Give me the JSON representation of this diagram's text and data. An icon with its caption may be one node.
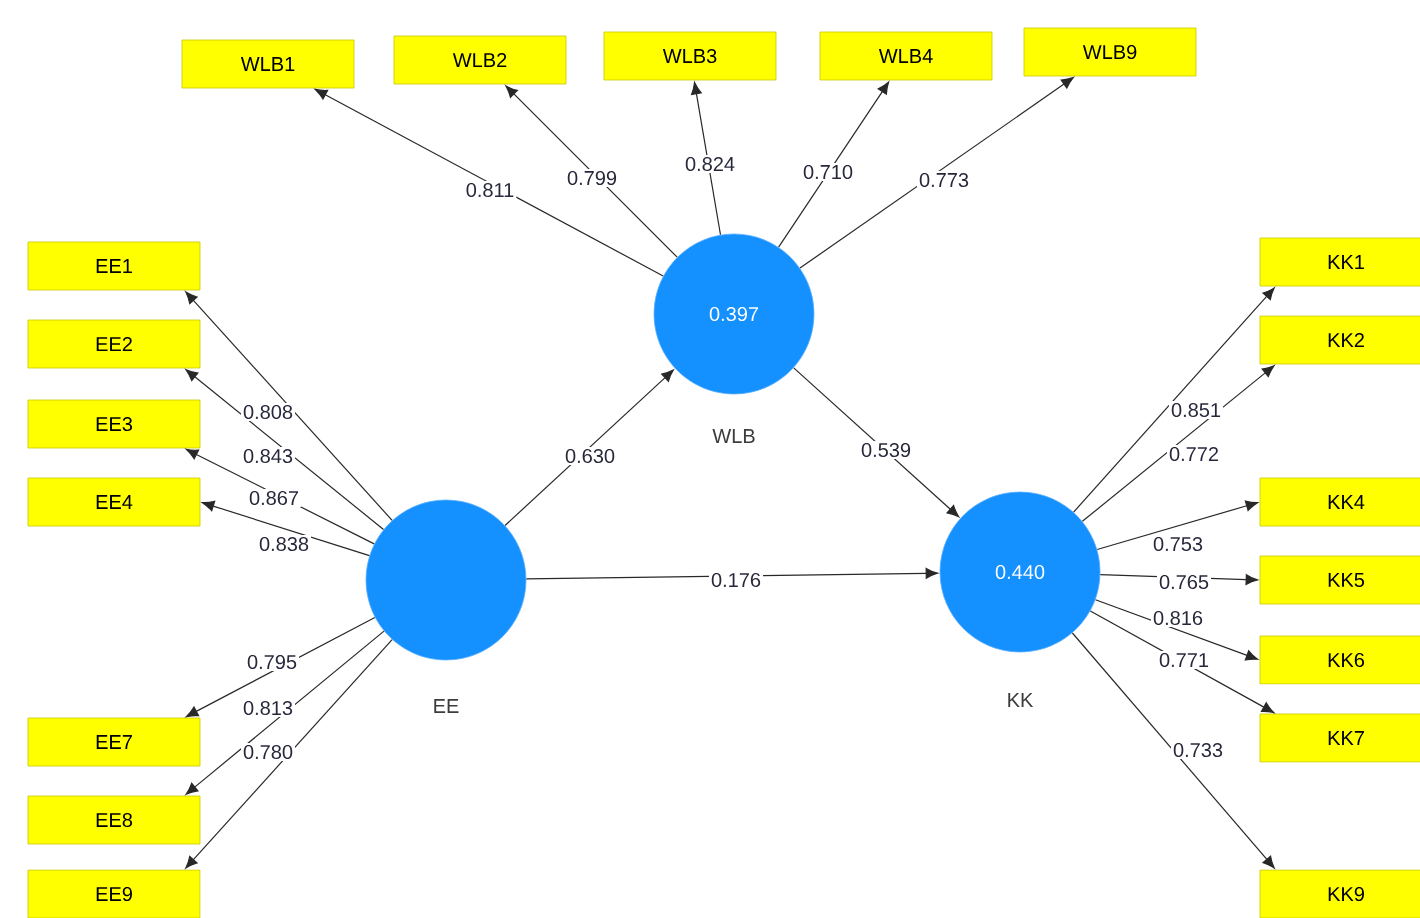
{
  "diagram": {
    "nodes": [
      {
        "text": [
          "WLB1"
        ]
      },
      {
        "text": [
          "WLB2"
        ]
      },
      {
        "text": [
          "WLB3"
        ]
      },
      {
        "text": [
          "WLB4"
        ]
      },
      {
        "text": [
          "WLB9"
        ]
      },
      {
        "text": [
          "EE1"
        ]
      },
      {
        "text": [
          "EE2"
        ]
      },
      {
        "text": [
          "EE3"
        ]
      },
      {
        "text": [
          "EE4"
        ]
      },
      {
        "text": [
          "EE7"
        ]
      },
      {
        "text": [
          "EE8"
        ]
      },
      {
        "text": [
          "EE9"
        ]
      },
      {
        "text": [
          "KK1"
        ]
      },
      {
        "text": [
          "KK2"
        ]
      },
      {
        "text": [
          "KK4"
        ]
      },
      {
        "text": [
          "KK5"
        ]
      },
      {
        "text": [
          "KK6"
        ]
      },
      {
        "text": [
          "KK7"
        ]
      },
      {
        "text": [
          "KK9"
        ]
      },
      {
        "text": [
          "0.397"
        ],
        "beside": [
          "WLB"
        ]
      },
      {
        "text": [],
        "shape": "circle",
        "beside": [
          "EE"
        ]
      },
      {
        "text": [
          "0.440"
        ],
        "beside": [
          "KK"
        ]
      }
    ],
    "edges": [
      {
        "from": 19,
        "to": 0,
        "arrow": "to",
        "label": "0.811"
      },
      {
        "from": 19,
        "to": 1,
        "arrow": "to",
        "label": "0.799"
      },
      {
        "from": 19,
        "to": 2,
        "arrow": "to",
        "label": "0.824"
      },
      {
        "from": 19,
        "to": 3,
        "arrow": "to",
        "label": "0.710"
      },
      {
        "from": 19,
        "to": 4,
        "arrow": "to",
        "label": "0.773"
      },
      {
        "from": 20,
        "to": 5,
        "arrow": "to",
        "label": "0.808"
      },
      {
        "from": 20,
        "to": 6,
        "arrow": "to",
        "label": "0.843"
      },
      {
        "from": 20,
        "to": 7,
        "arrow": "to",
        "label": "0.867"
      },
      {
        "from": 20,
        "to": 8,
        "arrow": "to",
        "label": "0.838"
      },
      {
        "from": 20,
        "to": 9,
        "arrow": "to",
        "label": "0.795"
      },
      {
        "from": 20,
        "to": 10,
        "arrow": "to",
        "label": "0.813"
      },
      {
        "from": 20,
        "to": 11,
        "arrow": "to",
        "label": "0.780"
      },
      {
        "from": 21,
        "to": 12,
        "arrow": "to",
        "label": "0.851"
      },
      {
        "from": 21,
        "to": 13,
        "arrow": "to",
        "label": "0.772"
      },
      {
        "from": 21,
        "to": 14,
        "arrow": "to",
        "label": "0.753"
      },
      {
        "from": 21,
        "to": 15,
        "arrow": "to",
        "label": "0.765"
      },
      {
        "from": 21,
        "to": 16,
        "arrow": "to",
        "label": "0.816"
      },
      {
        "from": 21,
        "to": 17,
        "arrow": "to",
        "label": "0.771"
      },
      {
        "from": 21,
        "to": 18,
        "arrow": "to",
        "label": "0.733"
      },
      {
        "from": 20,
        "to": 19,
        "arrow": "to",
        "label": "0.630"
      },
      {
        "from": 19,
        "to": 21,
        "arrow": "to",
        "label": "0.539"
      },
      {
        "from": 20,
        "to": 21,
        "arrow": "to",
        "label": "0.176"
      }
    ]
  }
}
